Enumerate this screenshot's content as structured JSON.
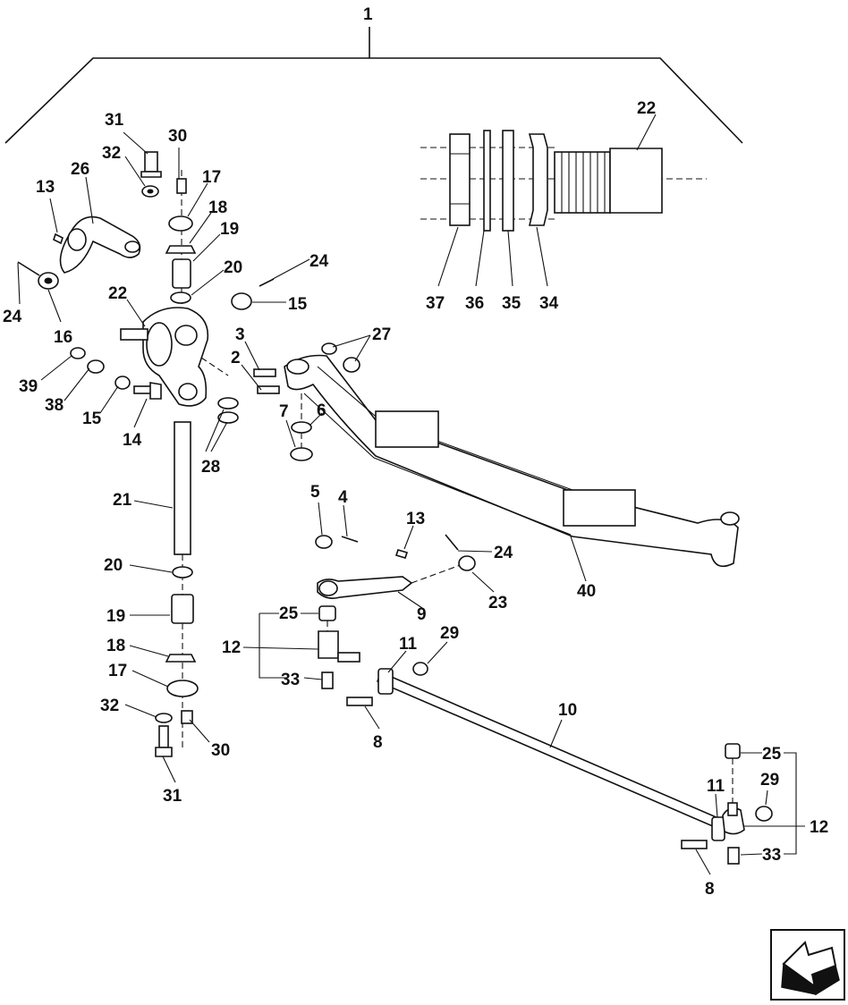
{
  "callouts": {
    "c1": "1",
    "c2": "2",
    "c3": "3",
    "c4": "4",
    "c5": "5",
    "c6": "6",
    "c7": "7",
    "c8a": "8",
    "c8b": "8",
    "c9": "9",
    "c10": "10",
    "c11a": "11",
    "c11b": "11",
    "c12a": "12",
    "c12b": "12",
    "c13a": "13",
    "c13b": "13",
    "c14": "14",
    "c15a": "15",
    "c15b": "15",
    "c16": "16",
    "c17a": "17",
    "c17b": "17",
    "c18a": "18",
    "c18b": "18",
    "c19a": "19",
    "c19b": "19",
    "c20a": "20",
    "c20b": "20",
    "c21": "21",
    "c22a": "22",
    "c22b": "22",
    "c23": "23",
    "c24a": "24",
    "c24b": "24",
    "c24c": "24",
    "c25a": "25",
    "c25b": "25",
    "c26": "26",
    "c27": "27",
    "c28": "28",
    "c29a": "29",
    "c29b": "29",
    "c30a": "30",
    "c30b": "30",
    "c31a": "31",
    "c31b": "31",
    "c32a": "32",
    "c32b": "32",
    "c33a": "33",
    "c33b": "33",
    "c34": "34",
    "c35": "35",
    "c36": "36",
    "c37": "37",
    "c38": "38",
    "c39": "39",
    "c40": "40"
  },
  "icons": {
    "nav": "next-page-arrow-icon"
  }
}
